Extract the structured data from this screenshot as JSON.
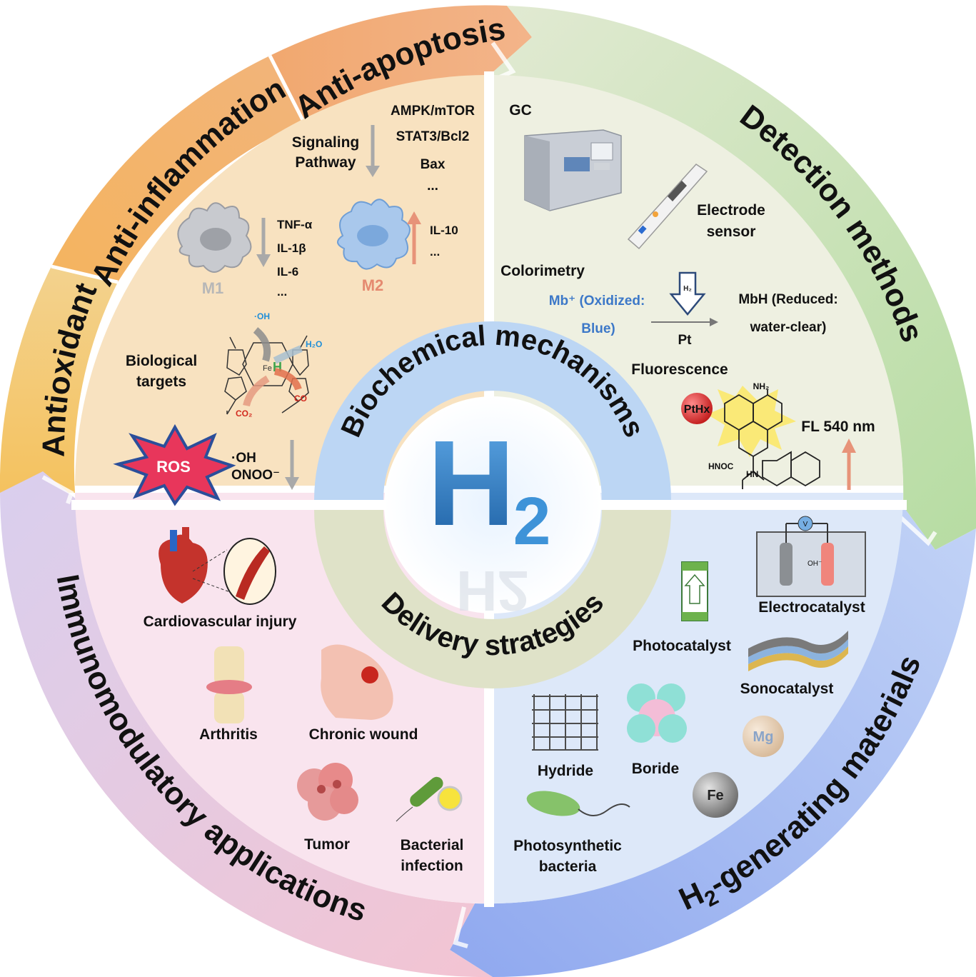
{
  "ring": {
    "antioxidant": "Antioxidant",
    "anti_inflammation": "Anti-inflammation",
    "anti_apoptosis": "Anti-apoptosis",
    "detection_methods": "Detection methods",
    "h2_generating_materials_prefix": "H",
    "h2_generating_materials_sub": "2",
    "h2_generating_materials_suffix": "-generating materials",
    "immunomodulatory_applications": "Immunomodulatory applications"
  },
  "center": {
    "biochemical_mechanisms": "Biochemical mechanisms",
    "delivery_strategies": "Delivery strategies",
    "h": "H",
    "two": "2"
  },
  "mechanisms": {
    "signaling_pathway_line1": "Signaling",
    "signaling_pathway_line2": "Pathway",
    "pathways": [
      "AMPK/mTOR",
      "STAT3/Bcl2",
      "Bax",
      "..."
    ],
    "m1_label": "M1",
    "m2_label": "M2",
    "m1_cytokines": [
      "TNF-α",
      "IL-1β",
      "IL-6",
      "..."
    ],
    "m2_cytokines": [
      "IL-10",
      "..."
    ],
    "biological_targets_line1": "Biological",
    "biological_targets_line2": "targets",
    "oh_radical": "·OH",
    "h2o": "H₂O",
    "co": "CO",
    "co2": "CO₂",
    "fe": "Fe",
    "h": "H",
    "ros": "ROS",
    "ros_species": [
      "·OH",
      "ONOO⁻"
    ]
  },
  "detection": {
    "gc": "GC",
    "electrode_sensor_line1": "Electrode",
    "electrode_sensor_line2": "sensor",
    "colorimetry": "Colorimetry",
    "mb_oxidized_line1": "Mb⁺ (Oxidized:",
    "mb_oxidized_line2": "Blue)",
    "mbh_reduced_line1": "MbH (Reduced:",
    "mbh_reduced_line2": "water-clear)",
    "pt": "Pt",
    "h2_arrow": "H₂",
    "fluorescence": "Fluorescence",
    "pthx": "PtHx",
    "nh2": "NH₂",
    "fl": "FL 540 nm",
    "hnoc": "HNOC",
    "hn": "HN"
  },
  "materials": {
    "electrocatalyst": "Electrocatalyst",
    "photocatalyst": "Photocatalyst",
    "sonocatalyst": "Sonocatalyst",
    "hydride": "Hydride",
    "boride": "Boride",
    "mg": "Mg",
    "fe": "Fe",
    "photosynthetic_bacteria_line1": "Photosynthetic",
    "photosynthetic_bacteria_line2": "bacteria",
    "v": "V",
    "oh_minus": "OH⁻"
  },
  "applications": {
    "cardiovascular_injury": "Cardiovascular injury",
    "arthritis": "Arthritis",
    "chronic_wound": "Chronic wound",
    "tumor": "Tumor",
    "bacterial_infection_line1": "Bacterial",
    "bacterial_infection_line2": "infection"
  },
  "colors": {
    "antioxidant": "#f2c46d",
    "anti_inflammation": "#f3b36b",
    "anti_apoptosis": "#f0a878",
    "detection": "#d8e6c4",
    "materials": "#b7c9f4",
    "applications": "#e6cce4",
    "q1_bg": "#f8e2c0",
    "q2_bg": "#eef0e1",
    "q3_bg": "#f9e4ee",
    "q4_bg": "#dde8f9",
    "inner_top": "#bcd6f4",
    "inner_bottom": "#dfe2c8",
    "h2_blue": "#2f7fc3",
    "down_arrow": "#a9a9a9",
    "up_arrow": "#e79379"
  }
}
